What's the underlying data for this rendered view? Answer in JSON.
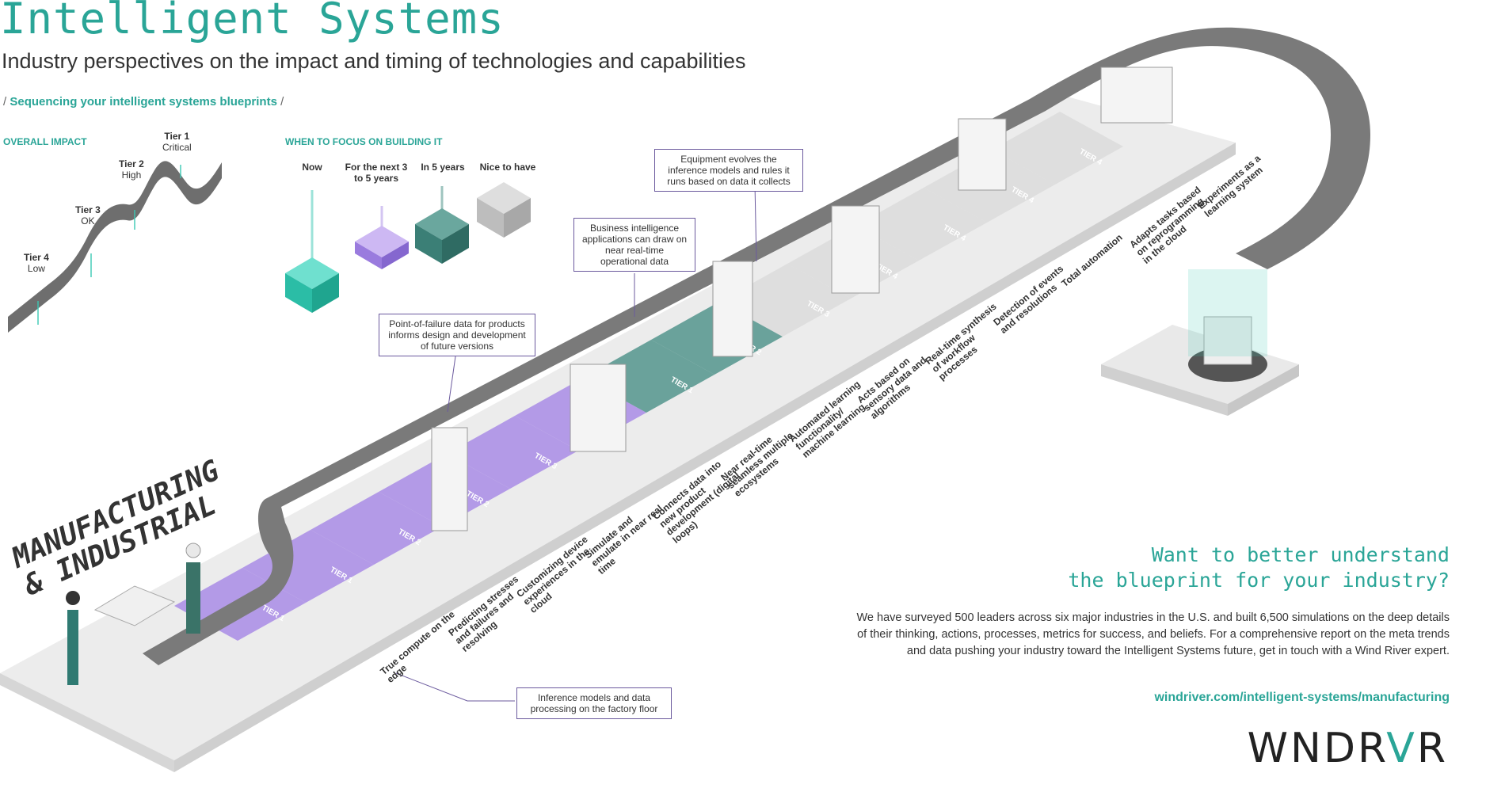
{
  "header": {
    "title": "Intelligent Systems",
    "subtitle": "Industry perspectives on the impact and timing of technologies and capabilities",
    "kicker": "Sequencing your intelligent systems blueprints"
  },
  "impact_legend": {
    "heading": "OVERALL IMPACT",
    "tiers": [
      {
        "name": "Tier 1",
        "level": "Critical"
      },
      {
        "name": "Tier 2",
        "level": "High"
      },
      {
        "name": "Tier 3",
        "level": "OK"
      },
      {
        "name": "Tier 4",
        "level": "Low"
      }
    ]
  },
  "focus_legend": {
    "heading": "WHEN TO FOCUS ON BUILDING IT",
    "items": [
      {
        "label": "Now",
        "color": "#3cc9b4"
      },
      {
        "label": "For the next 3 to 5 years",
        "color": "#a98ce6"
      },
      {
        "label": "In 5 years",
        "color": "#3f8a80"
      },
      {
        "label": "Nice to have",
        "color": "#c9c9c9"
      }
    ]
  },
  "section_title": {
    "line1": "MANUFACTURING",
    "line2": "& INDUSTRIAL"
  },
  "callouts": {
    "equipment": "Equipment evolves the inference models and rules it runs based on data it collects",
    "business": "Business intelligence applications can draw on near real-time operational data",
    "failure": "Point-of-failure data for products informs design and development of future versions",
    "inference": "Inference models and data processing on the factory floor"
  },
  "tier_tile_word": "TIER",
  "tiles": [
    "1",
    "1",
    "2",
    "2",
    "3",
    "3",
    "1",
    "2",
    "3",
    "4",
    "4",
    "4",
    "4"
  ],
  "capabilities": [
    "True compute on the edge",
    "Predicting stresses and failures and resolving",
    "Customizing device experiences in the cloud",
    "Simulate and emulate in near real time",
    "Connects data into new product development (digital loops)",
    "Near real-time seamless multiple ecosystems",
    "Automated learning functionality/ machine learning",
    "Acts based on sensory data and algorithms",
    "Real-time synthesis of workflow processes",
    "Detection of events and resolutions",
    "Total automation",
    "Adapts tasks based on reprogramming in the cloud",
    "Experiments as a learning system"
  ],
  "cta": {
    "line1": "Want to better understand",
    "line2": "the blueprint for your industry?",
    "body": "We have surveyed 500 leaders across six major industries in the U.S. and built 6,500 simulations on the deep details of their thinking, actions, processes, metrics for success, and beliefs. For a comprehensive report on the meta trends and data pushing your industry toward the Intelligent Systems future, get in touch with a Wind River expert.",
    "url": "windriver.com/intelligent-systems/manufacturing"
  },
  "logo": {
    "part1": "WNDR",
    "part2": "V",
    "part3": "R"
  },
  "colors": {
    "teal": "#2aa597",
    "purple": "#a98ce6",
    "dark_teal": "#3f8a80",
    "grey": "#d8d8d8"
  }
}
